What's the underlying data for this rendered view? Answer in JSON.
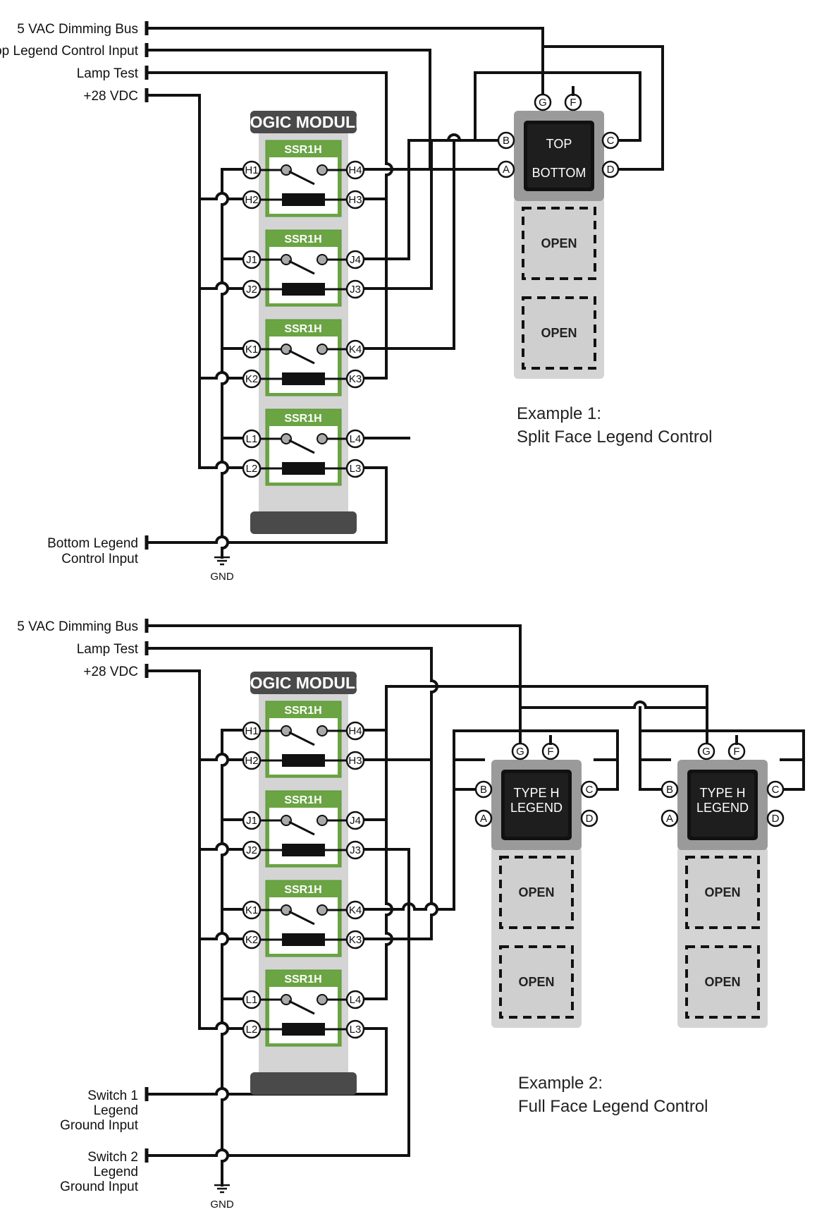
{
  "example1": {
    "inputs": [
      "5 VAC Dimming Bus",
      "Top Legend Control Input",
      "Lamp Test",
      "+28 VDC"
    ],
    "bottom_input": [
      "Bottom Legend",
      "Control Input"
    ],
    "gnd": "GND",
    "module_title": "LOGIC MODULE",
    "relays": [
      {
        "name": "SSR1H",
        "pins": [
          "H1",
          "H2",
          "H4",
          "H3"
        ]
      },
      {
        "name": "SSR1H",
        "pins": [
          "J1",
          "J2",
          "J4",
          "J3"
        ]
      },
      {
        "name": "SSR1H",
        "pins": [
          "K1",
          "K2",
          "K4",
          "K3"
        ]
      },
      {
        "name": "SSR1H",
        "pins": [
          "L1",
          "L2",
          "L4",
          "L3"
        ]
      }
    ],
    "switch": {
      "top_pins": [
        "G",
        "F"
      ],
      "left_pins": [
        "B",
        "A"
      ],
      "right_pins": [
        "C",
        "D"
      ],
      "legend": [
        "TOP",
        "BOTTOM"
      ],
      "open": [
        "OPEN",
        "OPEN"
      ]
    },
    "caption": [
      "Example 1:",
      "Split Face Legend Control"
    ]
  },
  "example2": {
    "inputs": [
      "5 VAC Dimming Bus",
      "Lamp Test",
      "+28 VDC"
    ],
    "switch1_input": [
      "Switch 1",
      "Legend",
      "Ground Input"
    ],
    "switch2_input": [
      "Switch 2",
      "Legend",
      "Ground Input"
    ],
    "gnd": "GND",
    "module_title": "LOGIC MODULE",
    "relays": [
      {
        "name": "SSR1H",
        "pins": [
          "H1",
          "H2",
          "H4",
          "H3"
        ]
      },
      {
        "name": "SSR1H",
        "pins": [
          "J1",
          "J2",
          "J4",
          "J3"
        ]
      },
      {
        "name": "SSR1H",
        "pins": [
          "K1",
          "K2",
          "K4",
          "K3"
        ]
      },
      {
        "name": "SSR1H",
        "pins": [
          "L1",
          "L2",
          "L4",
          "L3"
        ]
      }
    ],
    "switches": [
      {
        "top_pins": [
          "G",
          "F"
        ],
        "left_pins": [
          "B",
          "A"
        ],
        "right_pins": [
          "C",
          "D"
        ],
        "legend": [
          "TYPE H",
          "LEGEND"
        ],
        "open": [
          "OPEN",
          "OPEN"
        ]
      },
      {
        "top_pins": [
          "G",
          "F"
        ],
        "left_pins": [
          "B",
          "A"
        ],
        "right_pins": [
          "C",
          "D"
        ],
        "legend": [
          "TYPE H",
          "LEGEND"
        ],
        "open": [
          "OPEN",
          "OPEN"
        ]
      }
    ],
    "caption": [
      "Example 2:",
      "Full Face Legend Control"
    ]
  }
}
